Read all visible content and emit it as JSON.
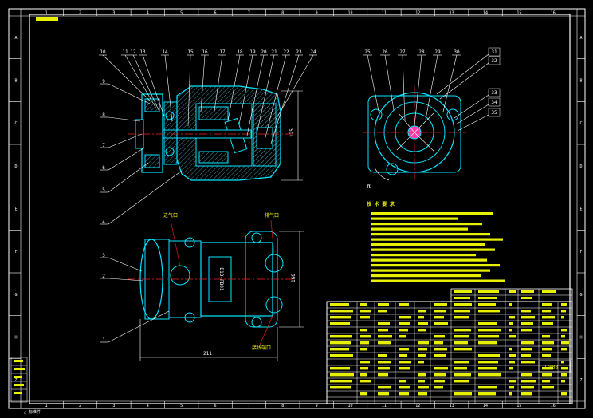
{
  "colors": {
    "background": "#000000",
    "frame": "#ffffff",
    "part": "#00e5ff",
    "leader": "#ffffff",
    "text_block": "#e6f000",
    "center_line": "#ff2222",
    "hatch": "#3a8a9a",
    "grid_text": "#ffffff",
    "label_yellow": "#ffff00",
    "accent_magenta": "#ff3fb0"
  },
  "sheet": {
    "column_numbers": [
      "1",
      "2",
      "3",
      "4",
      "5",
      "6",
      "7",
      "8",
      "9",
      "10",
      "11",
      "12",
      "13",
      "14",
      "15",
      "16"
    ],
    "row_letters": [
      "A",
      "B",
      "C",
      "D",
      "E",
      "F",
      "G",
      "H",
      "Z"
    ]
  },
  "section_view": {
    "balloons": [
      "10",
      "11",
      "12",
      "13",
      "14",
      "15",
      "16",
      "17",
      "18",
      "19",
      "20",
      "21",
      "22",
      "23",
      "24"
    ],
    "left_balloons": [
      "9",
      "8",
      "7",
      "6",
      "5",
      "4"
    ],
    "dimension": "125"
  },
  "end_view": {
    "balloons": [
      "25",
      "26",
      "27",
      "28",
      "29",
      "30"
    ],
    "right_balloons": [
      "31",
      "32",
      "33",
      "34",
      "35"
    ],
    "angle_mark": "π"
  },
  "side_view": {
    "left_balloons": [
      "3",
      "2",
      "1"
    ],
    "top_labels": [
      "进气口",
      "排气口"
    ],
    "bottom_label": "接线端口",
    "nameplate": "D10-FB01",
    "dimension_height": "166",
    "dimension_width": "211"
  },
  "tech_requirements": {
    "heading": "技 术 要 求"
  },
  "title_block": {
    "part_number": "JZ008"
  },
  "bottom_note": "△ 标准件"
}
